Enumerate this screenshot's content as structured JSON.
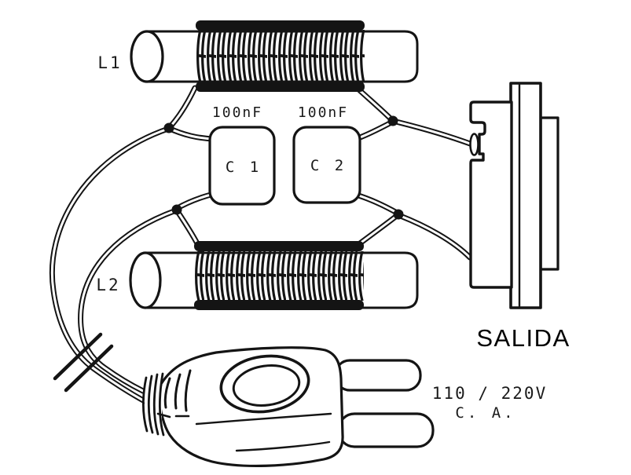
{
  "diagram": {
    "kind": "pictorial-electronic-schematic",
    "colors": {
      "ink": "#141414",
      "background": "#ffffff"
    },
    "components": {
      "coil1": {
        "label": "L1"
      },
      "coil2": {
        "label": "L2"
      },
      "capacitor1": {
        "label": "C 1",
        "value": "100nF"
      },
      "capacitor2": {
        "label": "C 2",
        "value": "100nF"
      },
      "output": {
        "label": "SALIDA"
      },
      "plug": {
        "voltage": "110 / 220V",
        "current": "C. A."
      }
    }
  }
}
